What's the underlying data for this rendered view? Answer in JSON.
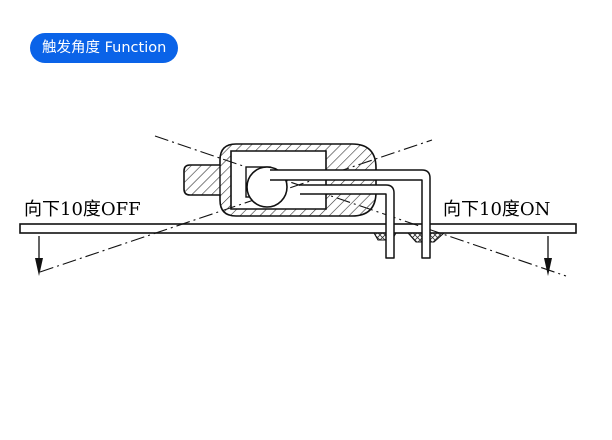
{
  "badge": {
    "label": "触发角度 Function",
    "bg_color": "#0a63e8",
    "text_color": "#ffffff"
  },
  "labels": {
    "left": "向下10度OFF",
    "right": "向下10度ON"
  },
  "colors": {
    "line": "#111111",
    "hatch": "#333333"
  }
}
